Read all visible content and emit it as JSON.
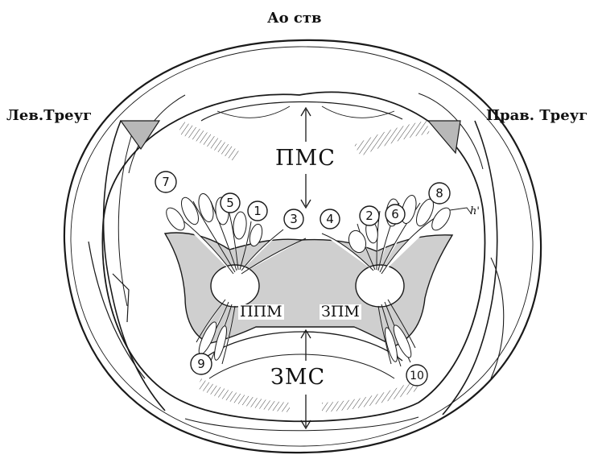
{
  "labels": {
    "top": "Ао ств",
    "left_triangle": "Лев.Треуг",
    "right_triangle": "Прав. Треуг",
    "anterior_commissure": "ПМС",
    "posterior_commissure": "ЗМС",
    "left_muscle": "ППМ",
    "right_muscle": "ЗПМ",
    "chord_mark": "h'"
  },
  "chord_numbers": [
    "1",
    "2",
    "3",
    "4",
    "5",
    "6",
    "7",
    "8",
    "9",
    "10"
  ],
  "colors": {
    "ink": "#1a1a1a",
    "leaflet_fill": "#cfcfcf",
    "background": "#ffffff"
  }
}
